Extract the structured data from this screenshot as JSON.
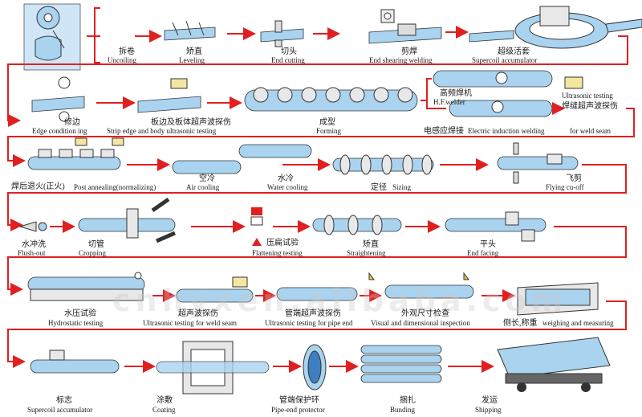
{
  "colors": {
    "arrow": "#e02020",
    "pipe": "#a9d3ef",
    "pipe_stroke": "#3a3a3a",
    "machine": "#e8e8e8"
  },
  "watermark": "cnhyxen.alibaba.com",
  "steps": [
    {
      "zh": "拆卷",
      "en": "Uncoiling"
    },
    {
      "zh": "矫直",
      "en": "Leveling"
    },
    {
      "zh": "切头",
      "en": "End cutting"
    },
    {
      "zh": "剪焊",
      "en": "End shearing welding"
    },
    {
      "zh": "超级活套",
      "en": "Supercoil accumulator"
    },
    {
      "zh": "修边",
      "en": "Edge condition ing"
    },
    {
      "zh": "板边及板体超声波探伤",
      "en": "Strip edge and body ultrasonic testing"
    },
    {
      "zh": "成型",
      "en": "Forming"
    },
    {
      "zh": "高频焊机",
      "en": "H.F.welder"
    },
    {
      "zh": "电感应焊接",
      "en": "Electric induction welding"
    },
    {
      "zh": "焊缝超声波探伤",
      "en": "Ultrasonic testing",
      "en2": "for weld seam"
    },
    {
      "zh": "焊后退火(正火)",
      "en": "Post annealing(normalizing)"
    },
    {
      "zh": "空冷",
      "en": "Air cooling"
    },
    {
      "zh": "水冷",
      "en": "Water cooling"
    },
    {
      "zh": "定径",
      "en": "Sizing"
    },
    {
      "zh": "飞剪",
      "en": "Flying cu-off"
    },
    {
      "zh": "水冲洗",
      "en": "Flush-out"
    },
    {
      "zh": "切管",
      "en": "Cropping"
    },
    {
      "zh": "压扁试验",
      "en": "Flattening testing"
    },
    {
      "zh": "矫直",
      "en": "Straightening"
    },
    {
      "zh": "平头",
      "en": "End facing"
    },
    {
      "zh": "水压试验",
      "en": "Hydrostatic testing"
    },
    {
      "zh": "超声波探伤",
      "en": "Ultrasonic testing for weld seam"
    },
    {
      "zh": "管端超声波探伤",
      "en": "Ultrasonic testing for pipe end"
    },
    {
      "zh": "外观尺寸检查",
      "en": "Visual and dimensional inspection"
    },
    {
      "zh": "侧长,称重",
      "en": "weighing and measuring"
    },
    {
      "zh": "标志",
      "en": "Supercoil accumulator"
    },
    {
      "zh": "涂敷",
      "en": "Coating"
    },
    {
      "zh": "管端保护环",
      "en": "Pipe-end protector"
    },
    {
      "zh": "捆扎",
      "en": "Bunding"
    },
    {
      "zh": "发运",
      "en": "Shipping"
    }
  ]
}
